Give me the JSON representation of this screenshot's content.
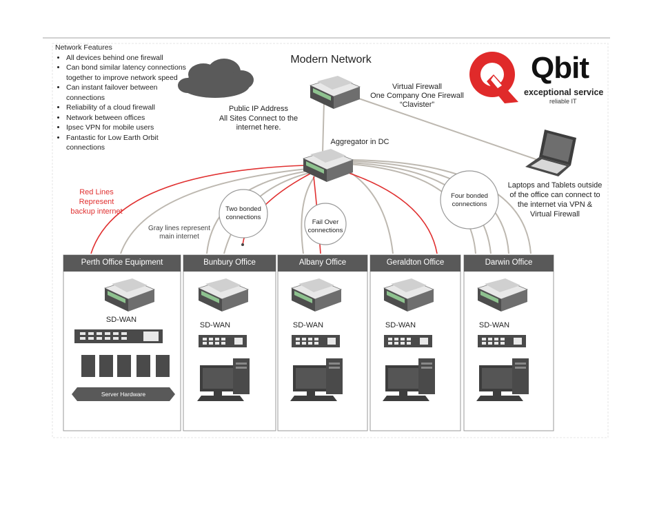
{
  "features": {
    "heading": "Network Features",
    "items": [
      "All devices behind one firewall",
      "Can bond similar latency connections together to improve network speed",
      "Can instant failover between connections",
      "Reliability of a cloud firewall",
      "Network between offices",
      "Ipsec VPN for mobile users",
      "Fantastic for Low Earth Orbit connections"
    ]
  },
  "title": "Modern Network",
  "logo": {
    "name": "Qbit",
    "tagline": "exceptional service",
    "sub": "reliable IT",
    "colors": {
      "red": "#e02a2a",
      "dark": "#111111"
    }
  },
  "virtual_firewall": [
    "Virtual Firewall",
    "One Company One Firewall",
    "“Clavister”"
  ],
  "public_ip": [
    "Public IP Address",
    "All Sites Connect to the",
    "internet here."
  ],
  "aggregator": "Aggregator in DC",
  "laptops": [
    "Laptops and Tablets outside",
    "of the office can connect to",
    "the internet via VPN &",
    "Virtual Firewall"
  ],
  "red_lines": [
    "Red Lines",
    "Represent",
    "backup internet"
  ],
  "gray_lines": [
    "Gray lines represent",
    "main internet"
  ],
  "bubbles": [
    [
      "Two bonded",
      "connections"
    ],
    [
      "Fail Over",
      "connections"
    ],
    [
      "Four bonded",
      "connections"
    ]
  ],
  "offices": [
    {
      "name": "Perth Office Equipment",
      "sdwan": "SD-WAN",
      "server_label": "Server Hardware"
    },
    {
      "name": "Bunbury Office",
      "sdwan": "SD-WAN"
    },
    {
      "name": "Albany Office",
      "sdwan": "SD-WAN"
    },
    {
      "name": "Geraldton Office",
      "sdwan": "SD-WAN"
    },
    {
      "name": "Darwin Office",
      "sdwan": "SD-WAN"
    }
  ],
  "colors": {
    "header": "#595959",
    "red_line": "#e03030",
    "gray_line": "#bdb8b0",
    "box_border": "#9a9a9a"
  }
}
